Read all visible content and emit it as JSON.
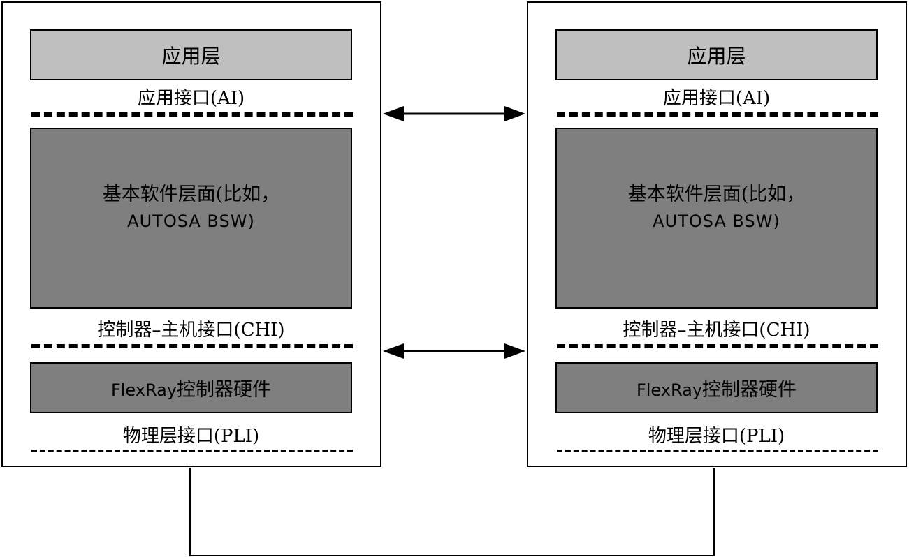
{
  "nodes": [
    {
      "id": "left",
      "application_layer": "应用层",
      "ai_label": "应用接口(AI)",
      "bsw_line1": "基本软件层面(比如，",
      "bsw_line2": "AUTOSA BSW)",
      "chi_label": "控制器–主机接口(CHI)",
      "hw_latin": "FlexRay",
      "hw_cjk": "控制器硬件",
      "pli_label": "物理层接口(PLI)"
    },
    {
      "id": "right",
      "application_layer": "应用层",
      "ai_label": "应用接口(AI)",
      "bsw_line1": "基本软件层面(比如，",
      "bsw_line2": "AUTOSA BSW)",
      "chi_label": "控制器–主机接口(CHI)",
      "hw_latin": "FlexRay",
      "hw_cjk": "控制器硬件",
      "pli_label": "物理层接口(PLI)"
    }
  ],
  "colors": {
    "application_layer_fill": "#bfbfbf",
    "bsw_layer_fill": "#7f7f7f",
    "hardware_layer_fill": "#7f7f7f",
    "line": "#000000",
    "background": "#ffffff"
  }
}
